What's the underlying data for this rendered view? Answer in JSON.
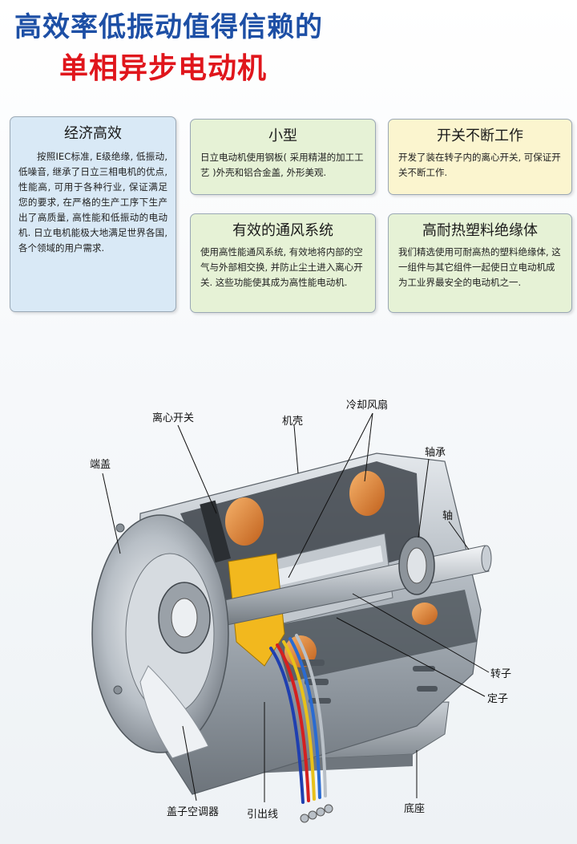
{
  "title": {
    "line1": "高效率低振动值得信赖的",
    "line2": "单相异步电动机"
  },
  "colors": {
    "title_line1": "#1d4fa5",
    "title_line2": "#e0161c"
  },
  "cards": [
    {
      "title": "经济高效",
      "text": "按照IEC标准, E级绝缘, 低振动, 低噪音, 继承了日立三相电机的优点, 性能高, 可用于各种行业, 保证满足您的要求, 在严格的生产工序下生产出了高质量, 高性能和低振动的电动机. 日立电机能极大地满足世界各国, 各个领域的用户需求.",
      "bg": "#d9e9f6"
    },
    {
      "title": "小型",
      "text": "日立电动机使用钢板( 采用精湛的加工工艺 )外壳和铝合金盖, 外形美观.",
      "bg": "#e6f2d6"
    },
    {
      "title": "开关不断工作",
      "text": "开发了装在转子内的离心开关, 可保证开关不断工作.",
      "bg": "#fbf5cf"
    },
    {
      "title": "有效的通风系统",
      "text": "使用高性能通风系统, 有效地将内部的空气与外部相交换, 并防止尘土进入离心开关. 这些功能使其成为高性能电动机.",
      "bg": "#e6f2d6"
    },
    {
      "title": "高耐热塑料绝缘体",
      "text": "我们精选使用可耐高热的塑料绝缘体, 这一组件与其它组件一起使日立电动机成为工业界最安全的电动机之一.",
      "bg": "#e6f2d6"
    }
  ],
  "diagram": {
    "labels": {
      "end_cover": "端盖",
      "centrifugal_switch": "离心开关",
      "housing": "机壳",
      "cooling_fan": "冷却风扇",
      "bearing": "轴承",
      "shaft": "轴",
      "rotor": "转子",
      "stator": "定子",
      "cover_regulator": "盖子空调器",
      "lead_wire": "引出线",
      "base": "底座"
    }
  }
}
